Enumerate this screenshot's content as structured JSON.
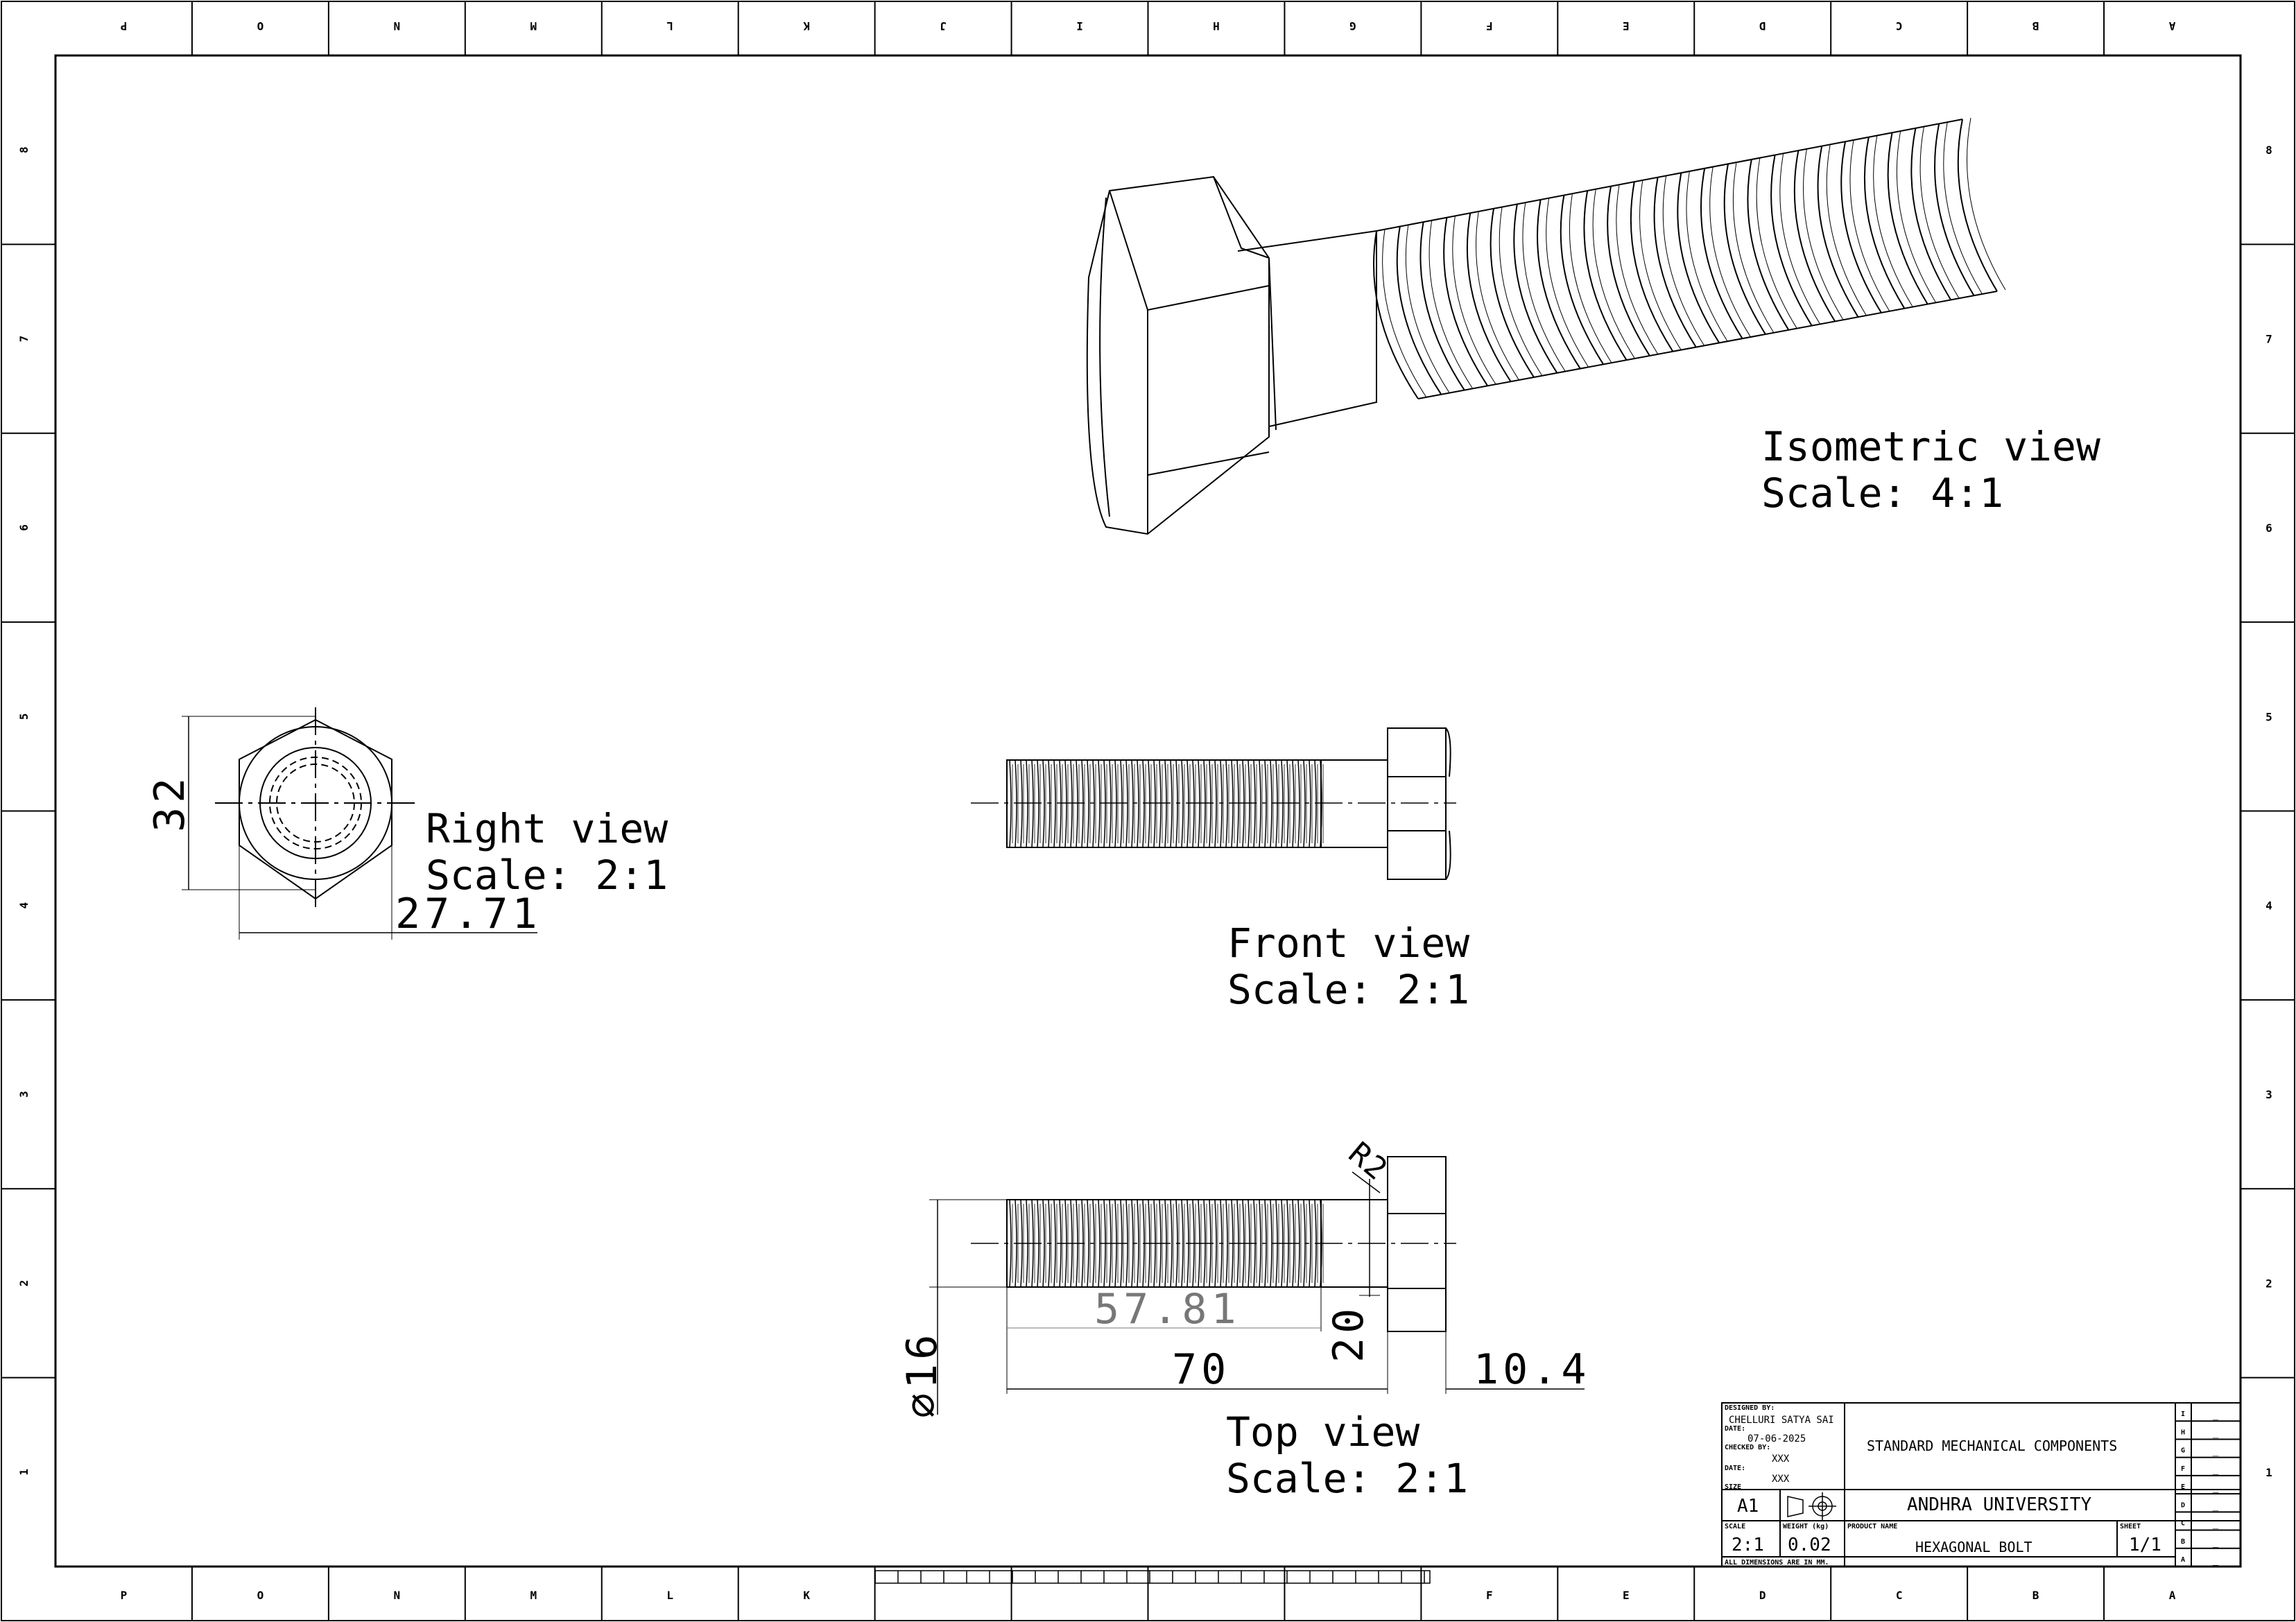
{
  "zones": {
    "columns": [
      "P",
      "O",
      "N",
      "M",
      "L",
      "K",
      "J",
      "I",
      "H",
      "G",
      "F",
      "E",
      "D",
      "C",
      "B",
      "A"
    ],
    "bottom_columns": [
      "P",
      "O",
      "N",
      "M",
      "L",
      "K",
      "",
      "",
      "",
      "",
      "F",
      "E",
      "D",
      "C",
      "B",
      "A"
    ],
    "rows": [
      "8",
      "7",
      "6",
      "5",
      "4",
      "3",
      "2",
      "1"
    ]
  },
  "views": {
    "isometric": {
      "name": "Isometric view",
      "scale": "Scale:  4:1"
    },
    "right": {
      "name": "Right view",
      "scale": "Scale:  2:1"
    },
    "front": {
      "name": "Front view",
      "scale": "Scale:  2:1"
    },
    "top": {
      "name": "Top view",
      "scale": "Scale:  2:1"
    }
  },
  "dimensions": {
    "right_height": "32",
    "right_width": "27.71",
    "top_thread_len": "57.81",
    "top_fillet": "R2",
    "top_shank_dia": "20",
    "top_body_len": "70",
    "top_head_len": "10.4",
    "top_dia": "⌀16"
  },
  "title_block": {
    "designed_by_label": "DESIGNED BY:",
    "designed_by": "CHELLURI SATYA SAI",
    "date_label": "DATE:",
    "date": "07-06-2025",
    "checked_by_label": "CHECKED BY:",
    "checked_by": "XXX",
    "date2_label": "DATE:",
    "date2": "XXX",
    "size_label": "SIZE",
    "size": "A1",
    "scale_label": "SCALE",
    "scale": "2:1",
    "weight_label": "WEIGHT (kg)",
    "weight": "0.02",
    "footnote": "ALL DIMENSIONS ARE IN MM.",
    "project": "STANDARD MECHANICAL COMPONENTS",
    "organization": "ANDHRA UNIVERSITY",
    "product_label": "PRODUCT NAME",
    "product": "HEXAGONAL BOLT",
    "sheet_label": "SHEET",
    "sheet": "1/1",
    "revision_letters": [
      "I",
      "H",
      "G",
      "F",
      "E",
      "D",
      "C",
      "B",
      "A"
    ],
    "revision_values": [
      "_",
      "_",
      "_",
      "_",
      "_",
      "_",
      "_",
      "_",
      "_"
    ]
  }
}
